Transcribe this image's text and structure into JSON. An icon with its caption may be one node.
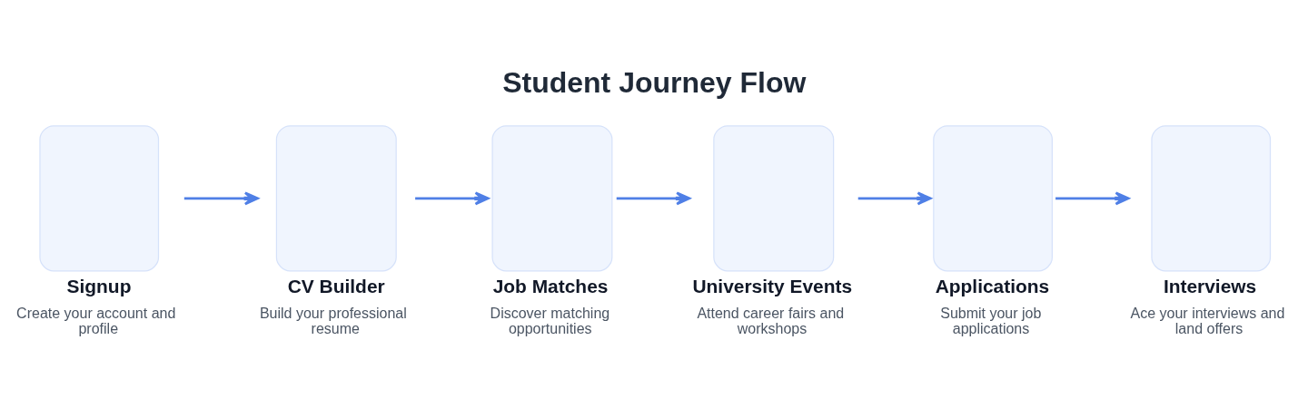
{
  "diagram": {
    "title": "Student Journey Flow",
    "nodes": [
      {
        "text": [
          "Signup",
          "Create your account and profile"
        ]
      },
      {
        "text": [
          "CV Builder",
          "Build your professional resume"
        ]
      },
      {
        "text": [
          "Job Matches",
          "Discover matching opportunities"
        ]
      },
      {
        "text": [
          "University Events",
          "Attend career fairs and workshops"
        ]
      },
      {
        "text": [
          "Applications",
          "Submit your job applications"
        ]
      },
      {
        "text": [
          "Interviews",
          "Ace your interviews and land offers"
        ]
      }
    ],
    "edges": [
      {
        "from": 0,
        "to": 1,
        "arrow": "to"
      },
      {
        "from": 1,
        "to": 2,
        "arrow": "to"
      },
      {
        "from": 2,
        "to": 3,
        "arrow": "to"
      },
      {
        "from": 3,
        "to": 4,
        "arrow": "to"
      },
      {
        "from": 4,
        "to": 5,
        "arrow": "to"
      }
    ]
  }
}
